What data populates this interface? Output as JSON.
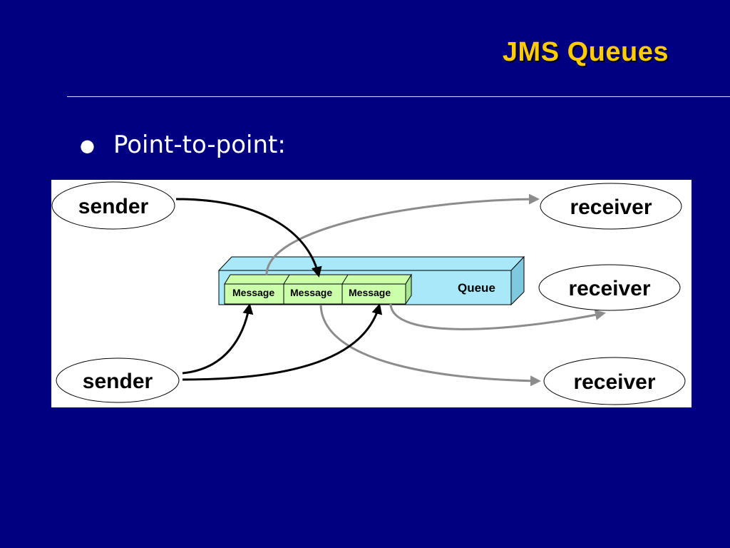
{
  "slide": {
    "title": "JMS Queues",
    "bullet": "Point-to-point:"
  },
  "diagram": {
    "senders": [
      "sender",
      "sender"
    ],
    "receivers": [
      "receiver",
      "receiver",
      "receiver"
    ],
    "queue_label": "Queue",
    "messages": [
      "Message",
      "Message",
      "Message"
    ]
  },
  "colors": {
    "background": "#000080",
    "title": "#FFCC00",
    "queue_fill": "#A8E8F8",
    "message_fill": "#CCFFAA",
    "gray_arrow": "#8C8C8C",
    "black_arrow": "#000000"
  }
}
